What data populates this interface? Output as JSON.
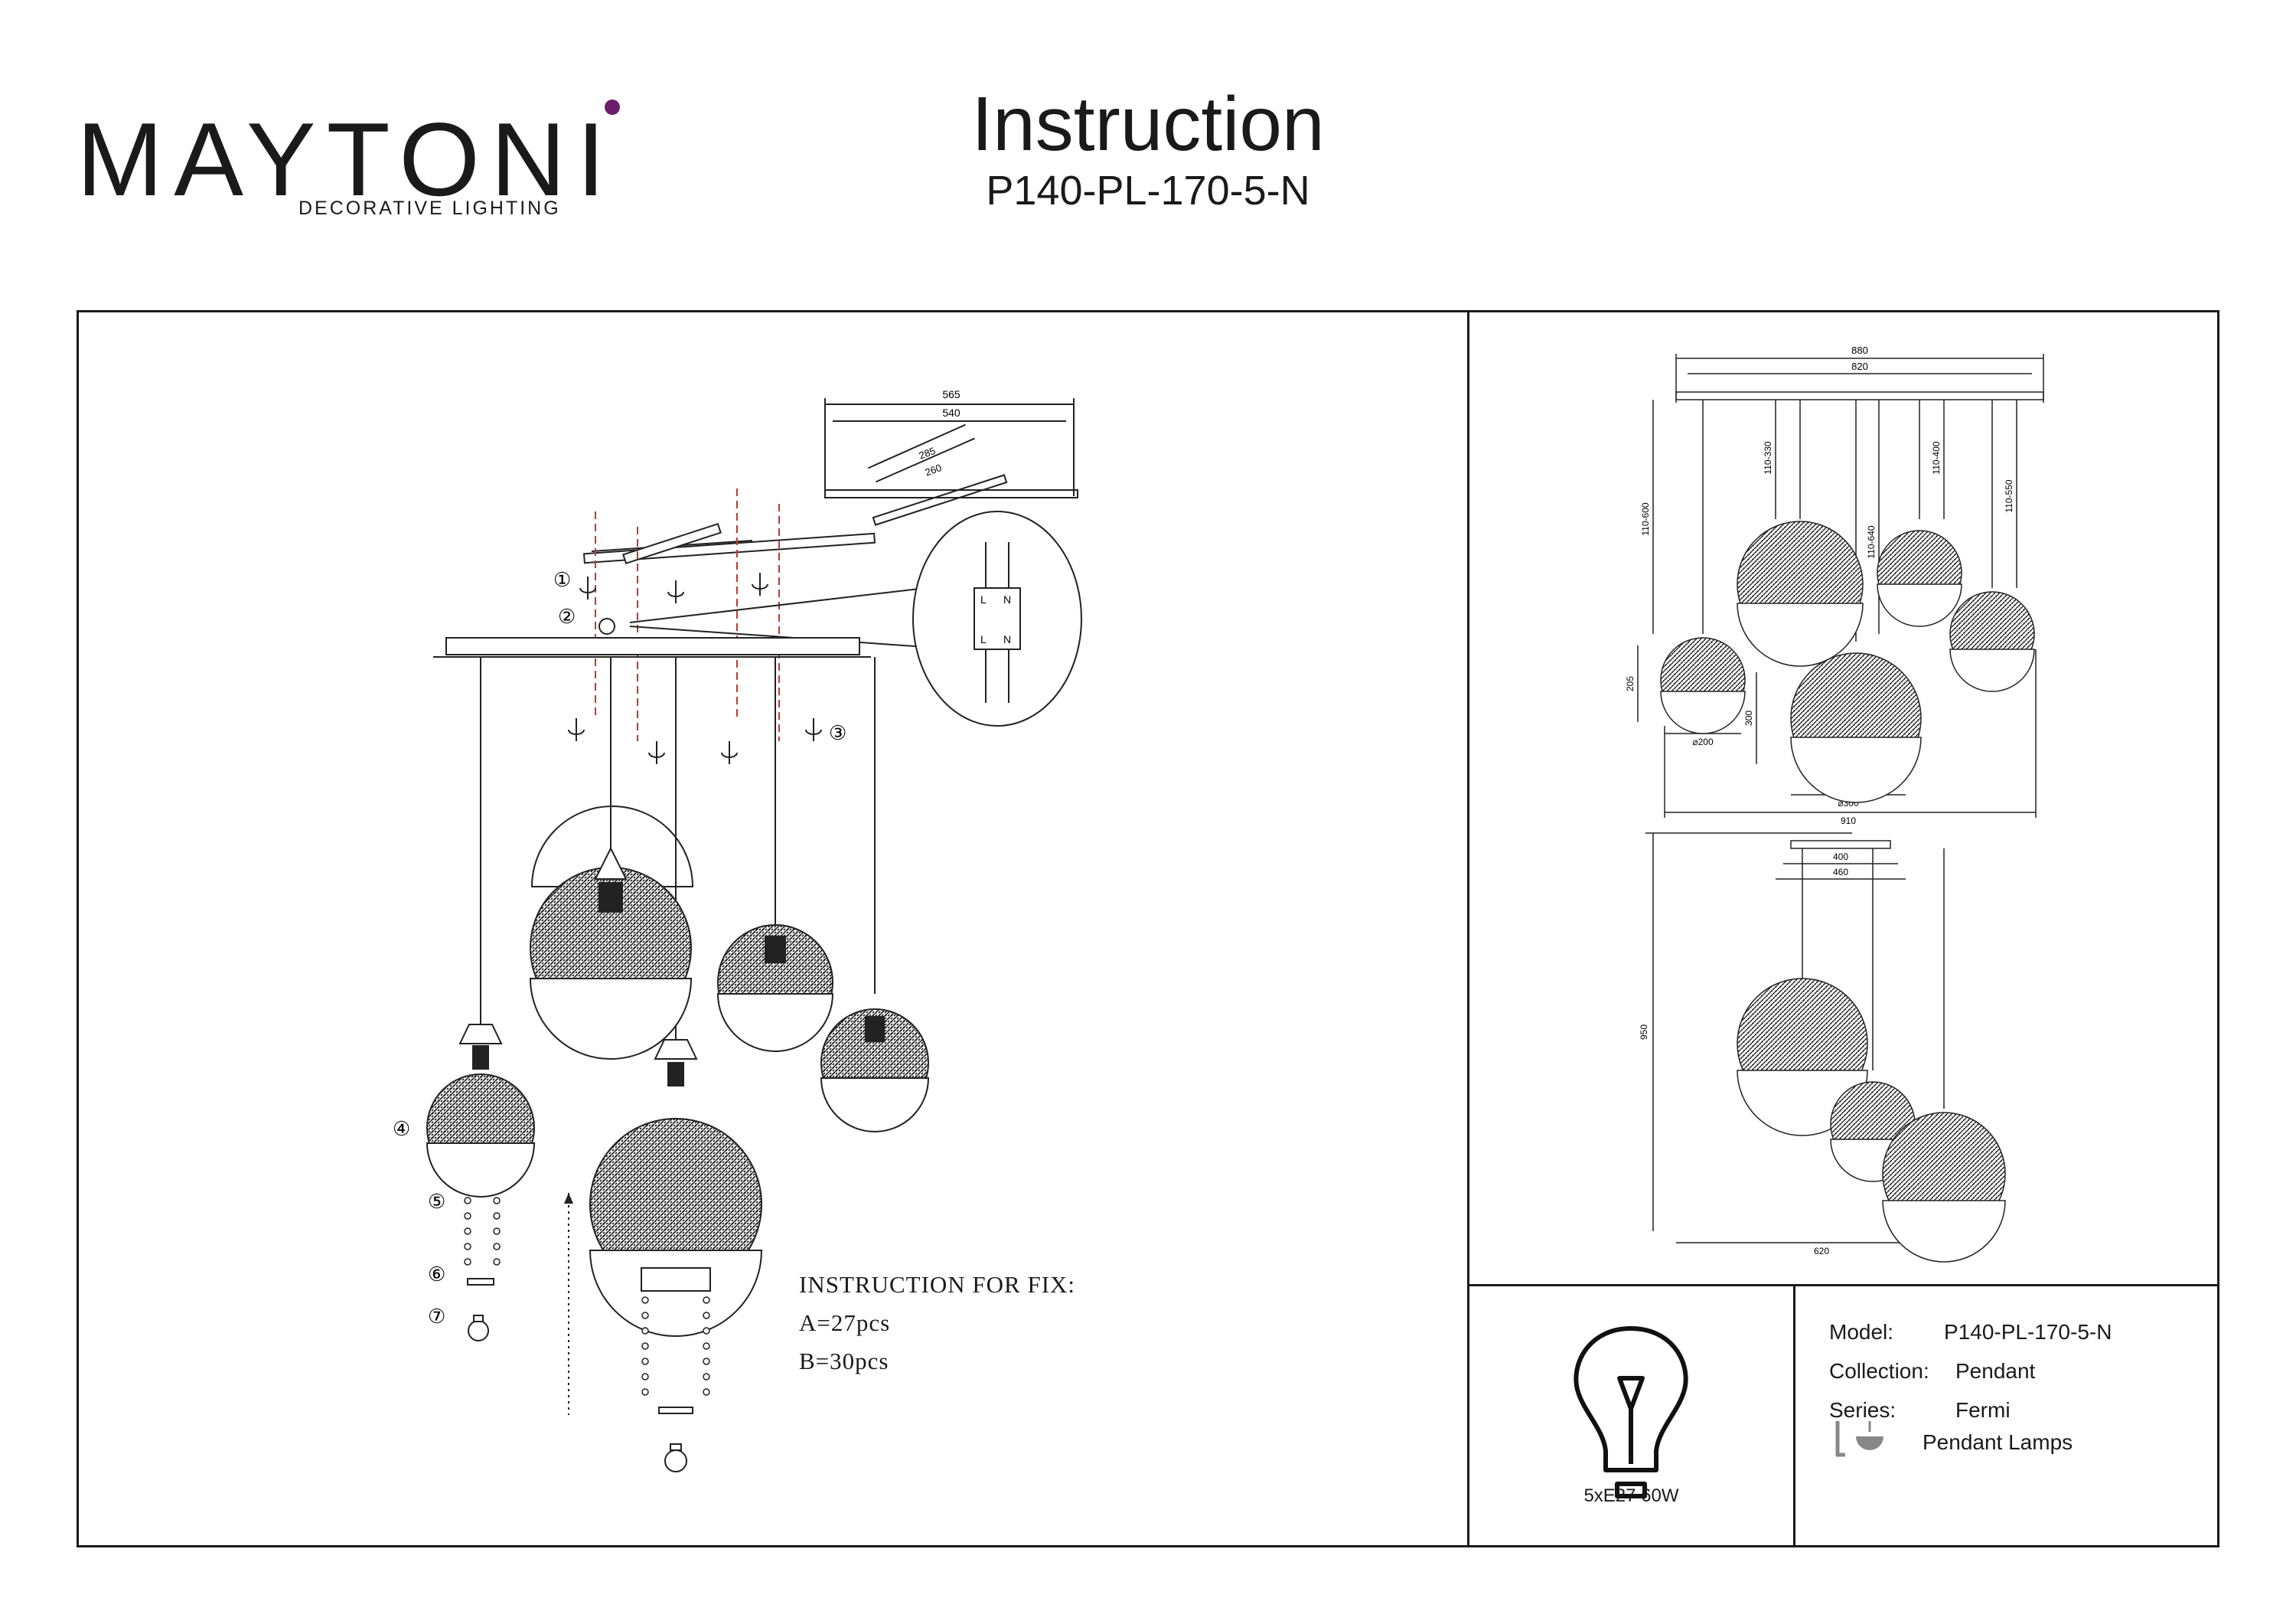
{
  "header": {
    "brand": "MAYTONI",
    "brand_tagline": "DECORATIVE LIGHTING",
    "title": "Instruction",
    "model_code": "P140-PL-170-5-N"
  },
  "install": {
    "steps": [
      "①",
      "②",
      "③",
      "④",
      "⑤",
      "⑥",
      "⑦"
    ],
    "plate_dims": [
      "565",
      "540",
      "285",
      "260"
    ],
    "wiring_labels": [
      "L",
      "N",
      "L",
      "N"
    ],
    "fix_title": "INSTRUCTION FOR FIX:",
    "fix_a": "A=27pcs",
    "fix_b": "B=30pcs"
  },
  "dimensions": {
    "top_view": {
      "width_outer": "880",
      "width_inner": "820",
      "heights": [
        "110-600",
        "110-330",
        "110-640",
        "110-400",
        "110-550"
      ],
      "shade_small_h": "205",
      "shade_small_d": "⌀200",
      "shade_large_h": "300",
      "shade_large_d": "⌀300",
      "total_width": "910"
    },
    "side_view": {
      "w1": "400",
      "w2": "460",
      "height": "950",
      "width": "620"
    }
  },
  "specs": {
    "power": "5xE27 60W",
    "model_label": "Model:",
    "model_value": "P140-PL-170-5-N",
    "collection_label": "Collection:",
    "collection_value": "Pendant",
    "series_label": "Series:",
    "series_value": "Fermi",
    "type_value": "Pendant Lamps"
  }
}
